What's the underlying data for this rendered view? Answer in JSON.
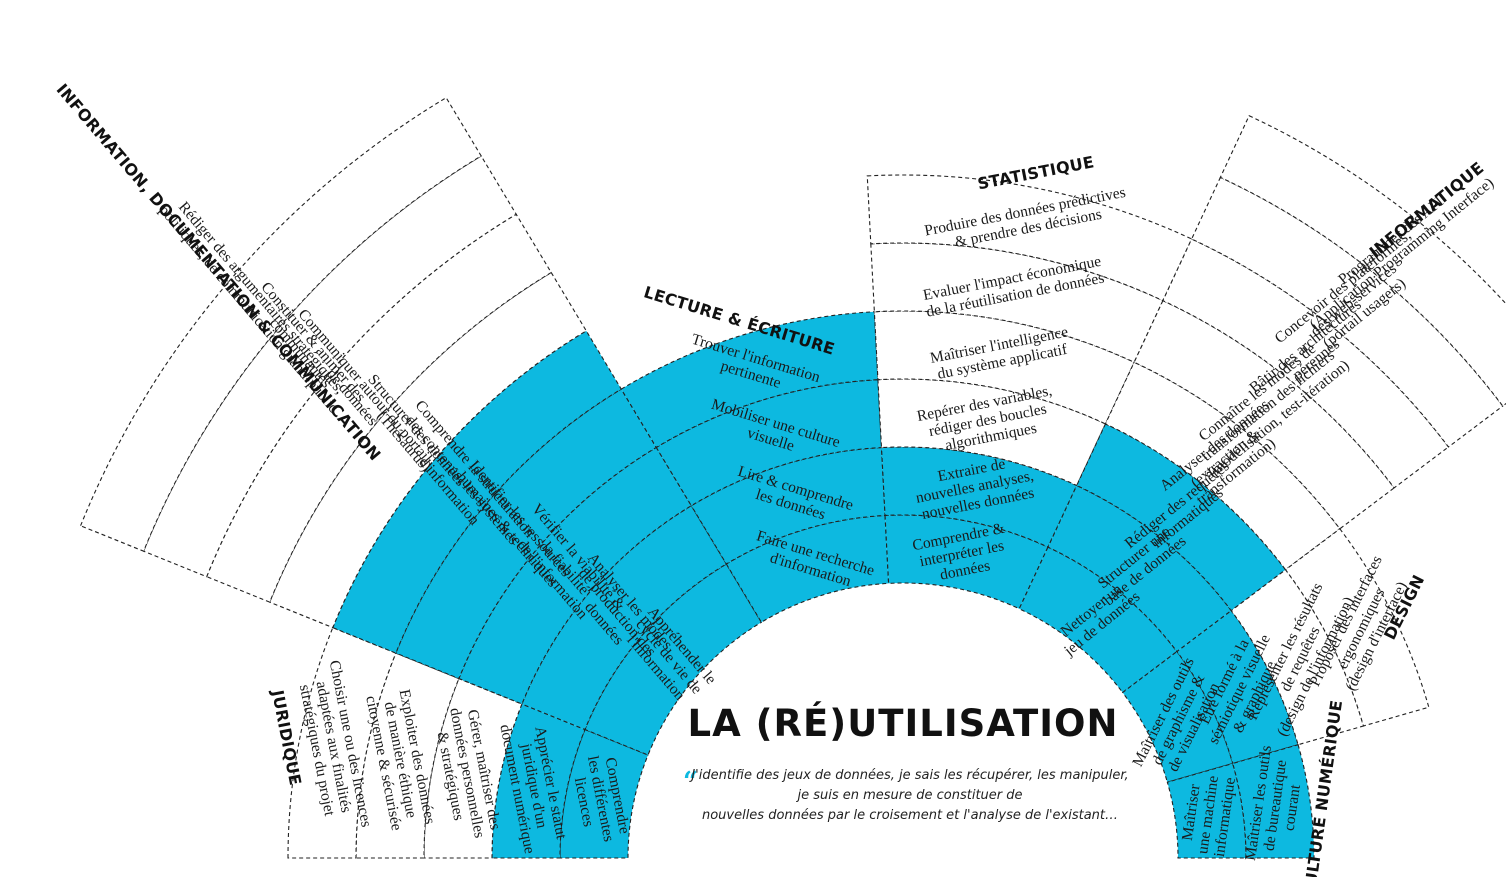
{
  "title": "LA (RÉ)UTILISATION",
  "quote_mark": "“",
  "quote_lines": [
    "J'identifie des jeux de données, je sais les récupérer, les manipuler,",
    "je suis en mesure de constituer de",
    "nouvelles données par le croisement et l'analyse de l'existant…"
  ],
  "colors": {
    "accent": "#0db9e0",
    "text": "#1a1a1a",
    "line": "#222222"
  },
  "sectors": [
    {
      "name": "JURIDIQUE",
      "segments": [
        {
          "text": [
            "Comprendre",
            "les différentes",
            "licences"
          ],
          "filled": true
        },
        {
          "text": [
            "Apprécier le statut",
            "juridique d'un",
            "document numérique"
          ],
          "filled": true
        },
        {
          "text": [
            "Gérer, maîtriser des",
            "données personnelles",
            "& stratégiques"
          ],
          "filled": false
        },
        {
          "text": [
            "Exploiter des données",
            "de manière éthique",
            "citoyenne & sécurisée"
          ],
          "filled": false
        },
        {
          "text": [
            "Choisir une ou des licences",
            "adaptées aux finalités",
            "stratégiques du projet"
          ],
          "filled": false
        }
      ]
    },
    {
      "name": "INFORMATION, DOCUMENTATION & COMMUNICATION",
      "segments": [
        {
          "text": [
            "Appréhender le",
            "cycle de vie de",
            "l'information"
          ],
          "filled": true
        },
        {
          "text": [
            "Analyser les modes",
            "de production des",
            "données"
          ],
          "filled": true
        },
        {
          "text": [
            "Vérifier la viabilité &",
            "la fiabilité",
            "de l'information"
          ],
          "filled": true
        },
        {
          "text": [
            "Identifier les ressources",
            "humaines & techniques"
          ],
          "filled": true
        },
        {
          "text": [
            "Comprendre la structuration",
            "des contenus, les systèmes",
            "d'information"
          ],
          "filled": true
        },
        {
          "text": [
            "Structurer des données",
            "(Thésaurus)"
          ],
          "filled": false
        },
        {
          "text": [
            "Communiquer autour du portail",
            "de données"
          ],
          "filled": false
        },
        {
          "text": [
            "Constituer & animer des",
            "communautés"
          ],
          "filled": false
        },
        {
          "text": [
            "Rédiger des argumentaires stratégiques,",
            "politiques, de communication grand-public"
          ],
          "filled": false
        }
      ]
    },
    {
      "name": "LECTURE & ÉCRITURE",
      "segments": [
        {
          "text": [
            "Faire une recherche",
            "d'information"
          ],
          "filled": true
        },
        {
          "text": [
            "Lire & comprendre",
            "les données"
          ],
          "filled": true
        },
        {
          "text": [
            "Mobiliser une culture",
            "visuelle"
          ],
          "filled": true
        },
        {
          "text": [
            "Trouver l'information",
            "pertinente"
          ],
          "filled": true
        }
      ]
    },
    {
      "name": "STATISTIQUE",
      "segments": [
        {
          "text": [
            "Comprendre &",
            "interpréter les",
            "données"
          ],
          "filled": true
        },
        {
          "text": [
            "Extraire de",
            "nouvelles analyses,",
            "nouvelles données"
          ],
          "filled": true
        },
        {
          "text": [
            "Repérer des variables,",
            "rédiger des boucles",
            "algorithmiques"
          ],
          "filled": false
        },
        {
          "text": [
            "Maîtriser l'intelligence",
            "du système applicatif"
          ],
          "filled": false
        },
        {
          "text": [
            "Evaluer l'impact économique",
            "de la réutilisation de données"
          ],
          "filled": false
        },
        {
          "text": [
            "Produire des données prédictives",
            "& prendre des décisions"
          ],
          "filled": false
        }
      ]
    },
    {
      "name": "INFORMATIQUE",
      "segments": [
        {
          "text": [
            "Nettoyer un",
            "jeu de données"
          ],
          "filled": true
        },
        {
          "text": [
            "Structurer une",
            "base de données"
          ],
          "filled": true
        },
        {
          "text": [
            "Rédiger des requêtes",
            "informatiques"
          ],
          "filled": true
        },
        {
          "text": [
            "Analyser des données",
            "(extraction &",
            "transformation)"
          ],
          "filled": false
        },
        {
          "text": [
            "Connaître les modes de",
            "transformation des fichiers",
            "(modélisation, test-itération)"
          ],
          "filled": false
        },
        {
          "text": [
            "Bâtir des architectures",
            "pérennes"
          ],
          "filled": false
        },
        {
          "text": [
            "Concevoir des plateformes,",
            "des web-services",
            "(portail usagers)"
          ],
          "filled": false
        },
        {
          "text": [
            "Programmer des API",
            "(Application Programming Interface)"
          ],
          "filled": false
        }
      ]
    },
    {
      "name": "DESIGN",
      "segments": [
        {
          "text": [
            "Maîtriser des outils",
            "de graphisme &",
            "de visualisation"
          ],
          "filled": true
        },
        {
          "text": [
            "Être formé à la",
            "sémiotique visuelle",
            "& graphique"
          ],
          "filled": true
        },
        {
          "text": [
            "Représenter les résultats",
            "de requêtes",
            "(design de l'information)"
          ],
          "filled": false
        },
        {
          "text": [
            "Proposer des interfaces",
            "ergonomiques",
            "(design d'interface)"
          ],
          "filled": false
        }
      ]
    },
    {
      "name": "CULTURE NUMÉRIQUE",
      "segments": [
        {
          "text": [
            "Maîtriser",
            "une machine",
            "informatique"
          ],
          "filled": true
        },
        {
          "text": [
            "Maîtriser les outils",
            "de bureautique",
            "courant"
          ],
          "filled": true
        }
      ]
    }
  ]
}
